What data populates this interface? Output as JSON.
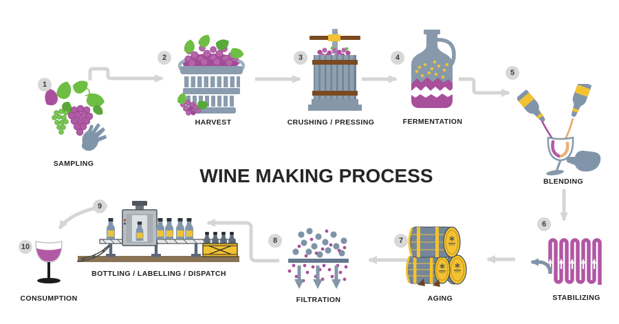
{
  "title": "WINE MAKING PROCESS",
  "steps": [
    {
      "num": "1",
      "label": "SAMPLING",
      "icon": "grapes-hand-icon"
    },
    {
      "num": "2",
      "label": "HARVEST",
      "icon": "grape-basket-icon"
    },
    {
      "num": "3",
      "label": "CRUSHING / PRESSING",
      "icon": "wine-press-icon"
    },
    {
      "num": "4",
      "label": "FERMENTATION",
      "icon": "fermentation-jug-icon"
    },
    {
      "num": "5",
      "label": "BLENDING",
      "icon": "blending-bottles-glass-icon"
    },
    {
      "num": "6",
      "label": "STABILIZING",
      "icon": "stabilizing-coil-icon"
    },
    {
      "num": "7",
      "label": "AGING",
      "icon": "oak-barrels-icon"
    },
    {
      "num": "8",
      "label": "FILTRATION",
      "icon": "filtration-particles-icon"
    },
    {
      "num": "9",
      "label": "BOTTLING / LABELLING / DISPATCH",
      "icon": "bottling-line-icon"
    },
    {
      "num": "10",
      "label": "CONSUMPTION",
      "icon": "wine-glass-icon"
    }
  ],
  "palette": {
    "steel_blue": "#8095aa",
    "steel_dark": "#6f8497",
    "purple": "#a9509c",
    "purple_light": "#b766ab",
    "green": "#6fbe44",
    "green_dark": "#58a83a",
    "yellow": "#f2c231",
    "brown": "#7a4a22",
    "floor_brown": "#8a7354",
    "arrow_gray": "#d5d5d5",
    "badge_bg": "#d8d8d8",
    "title_color": "#262626",
    "label_color": "#1e1e1e",
    "wine": "#b259a5"
  }
}
